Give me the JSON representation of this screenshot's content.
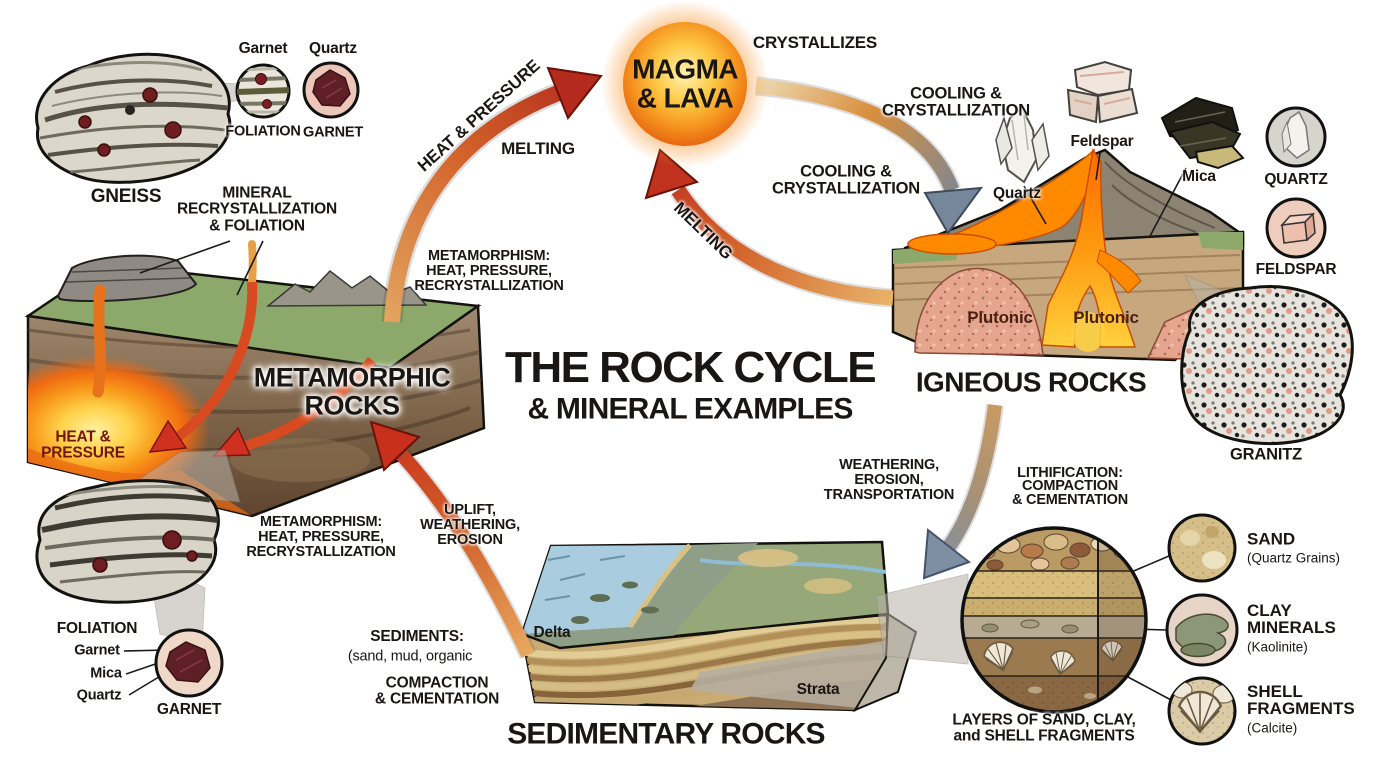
{
  "title": {
    "main": "THE ROCK CYCLE",
    "subtitle": "& MINERAL EXAMPLES"
  },
  "magma": {
    "label": "MAGMA\n& LAVA"
  },
  "cycle": {
    "crystallizes": "CRYSTALLIZES",
    "heat_pressure": "HEAT & PRESSURE",
    "melting_left": "MELTING",
    "melting_right": "MELTING",
    "cooling_upper": "COOLING &\nCRYSTALLIZATION",
    "cooling_lower": "COOLING &\nCRYSTALLIZATION",
    "metamorphism_upper": "METAMORPHISM:\nHEAT, PRESSURE,\nRECRYSTALLIZATION",
    "metamorphism_lower": "METAMORPHISM:\nHEAT, PRESSURE,\nRECRYSTALLIZATION",
    "uplift": "UPLIFT,\nWEATHERING,\nEROSION",
    "weathering": "WEATHERING,\nEROSION,\nTRANSPORTATION",
    "lithification": "LITHIFICATION:\nCOMPACTION\n& CEMENTATION",
    "sediments_head": "SEDIMENTS:",
    "sediments_paren": "(sand, mud, organic",
    "sediments_tail": "COMPACTION\n& CEMENTATION"
  },
  "meta": {
    "title": "METAMORPHIC\nROCKS",
    "heat_pressure_zone": "HEAT &\nPRESSURE",
    "gneiss": "GNEISS",
    "garnet_top": "Garnet",
    "quartz_top": "Quartz",
    "foliation_inset": "FOLIATION",
    "garnet_inset": "GARNET",
    "mineral_recrystallization": "MINERAL\nRECRYSTALLIZATION\n& FOLIATION",
    "foliation_lower": "FOLIATION",
    "garnet_lower": "Garnet",
    "mica_lower": "Mica",
    "quartz_lower": "Quartz",
    "garnet_inset_lower": "GARNET"
  },
  "ign": {
    "title": "IGNEOUS ROCKS",
    "quartz": "Quartz",
    "feldspar": "Feldspar",
    "mica": "Mica",
    "quartz_inset": "QUARTZ",
    "feldspar_inset": "FELDSPAR",
    "plutonic_left": "Plutonic",
    "plutonic_right": "Plutonic",
    "granite": "GRANITZ"
  },
  "sed": {
    "title": "SEDIMENTARY ROCKS",
    "delta": "Delta",
    "strata": "Strata",
    "layers_caption": "LAYERS OF SAND, CLAY,\nand SHELL FRAGMENTS",
    "sand_name": "SAND",
    "sand_detail": "(Quartz Grains)",
    "clay_name": "CLAY\nMINERALS",
    "clay_detail": "(Kaolinite)",
    "shell_name": "SHELL\nFRAGMENTS",
    "shell_detail": "(Calcite)"
  },
  "colors": {
    "magma_core": "#FDC945",
    "magma_deep": "#E45C0C",
    "arrow_red": "#B42A1C",
    "arrow_orange": "#D2622A",
    "arrow_bluegray": "#76879B",
    "grass_green": "#8CA96B",
    "lava_orange": "#FF7A00",
    "text": "#191613"
  }
}
